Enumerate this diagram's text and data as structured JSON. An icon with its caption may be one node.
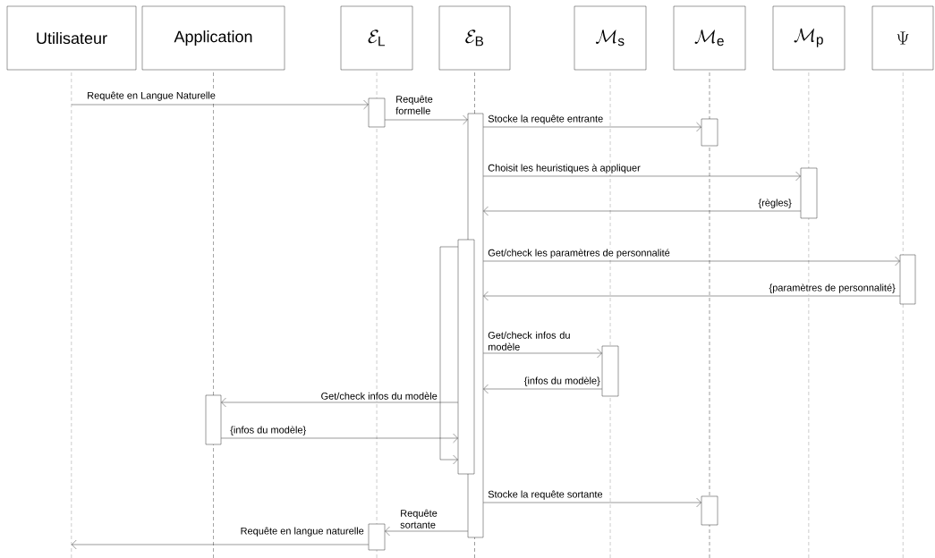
{
  "diagram": {
    "nodes": [
      {
        "text": [
          "Utilisateur"
        ]
      },
      {
        "text": [
          "Application"
        ]
      },
      {
        "text": [
          "\\mathcal{E}_{\\mathrm{L}}"
        ]
      },
      {
        "text": [
          "\\mathcal{E}_{\\mathrm{B}}"
        ]
      },
      {
        "text": [
          "\\mathcal{M}_{\\mathrm{s}}"
        ]
      },
      {
        "text": [
          "\\mathcal{M}_{\\mathrm{e}}"
        ]
      },
      {
        "text": [
          "\\mathcal{M}_{\\mathrm{p}}"
        ]
      },
      {
        "text": [
          "\\Psi"
        ]
      },
      {
        "text": [],
        "shape": "bar"
      },
      {
        "text": [],
        "shape": "bar"
      },
      {
        "text": [],
        "shape": "bar"
      },
      {
        "text": [],
        "shape": "bar"
      },
      {
        "text": [],
        "shape": "bar"
      },
      {
        "text": [],
        "shape": "bar"
      },
      {
        "text": [],
        "shape": "bar"
      },
      {
        "text": [],
        "shape": "bar"
      },
      {
        "text": [],
        "shape": "bar"
      },
      {
        "text": [],
        "shape": "bar"
      }
    ],
    "edges": [
      {
        "from": null,
        "to": 8,
        "arrow": "to",
        "label": "Requête en Langue Naturelle"
      },
      {
        "from": 8,
        "to": 9,
        "arrow": "to",
        "label": "Requête formelle"
      },
      {
        "from": 9,
        "to": 10,
        "arrow": "to",
        "label": "Stocke la requête entrante"
      },
      {
        "from": 9,
        "to": 11,
        "arrow": "to",
        "label": "Choisit les heuristiques à appliquer"
      },
      {
        "from": 11,
        "to": 9,
        "arrow": "to",
        "label": "{règles}"
      },
      {
        "from": 9,
        "to": 13,
        "arrow": "to",
        "label": "Get/check les paramètres de personnalité"
      },
      {
        "from": 13,
        "to": 9,
        "arrow": "to",
        "label": "{paramètres de personnalité}"
      },
      {
        "from": 9,
        "to": 14,
        "arrow": "to",
        "label": "Get/check infos du modèle"
      },
      {
        "from": 14,
        "to": 9,
        "arrow": "to",
        "label": "{infos du modèle}"
      },
      {
        "from": 12,
        "to": 15,
        "arrow": "to",
        "label": "Get/check infos du modèle"
      },
      {
        "from": 15,
        "to": 12,
        "arrow": "to",
        "label": "{infos du modèle}"
      },
      {
        "from": 12,
        "to": 12,
        "arrow": "to"
      },
      {
        "from": 9,
        "to": 16,
        "arrow": "to",
        "label": "Stocke la requête sortante"
      },
      {
        "from": 9,
        "to": 17,
        "arrow": "to",
        "label": "Requête sortante"
      },
      {
        "from": 17,
        "to": null,
        "arrow": "to",
        "label": "Requête en langue naturelle"
      }
    ]
  }
}
